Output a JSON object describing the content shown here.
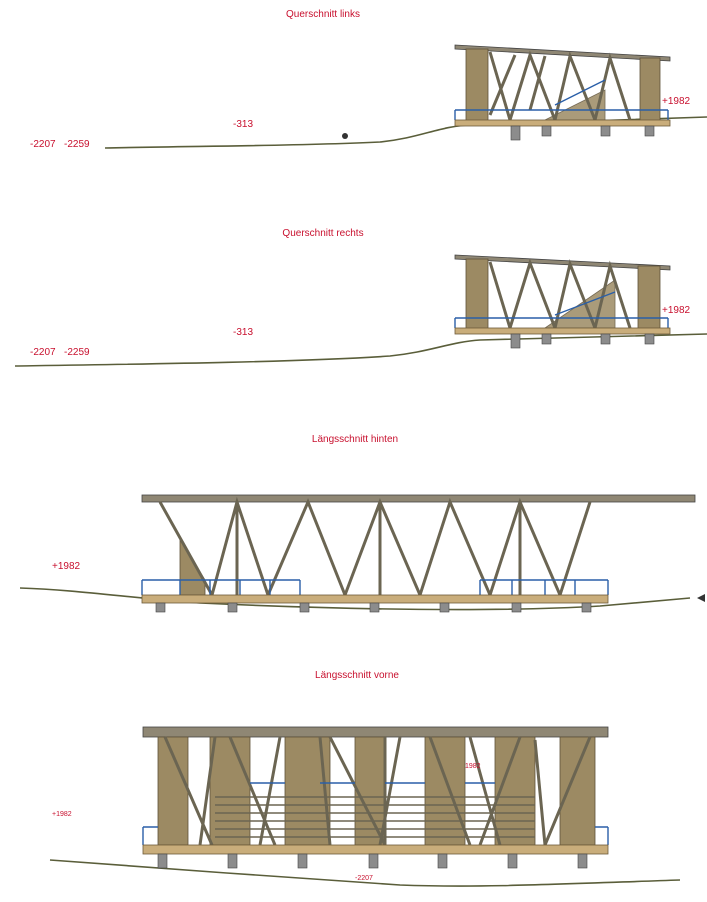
{
  "sections": [
    {
      "title": "Querschnitt links",
      "levels": [
        "-2207",
        "-2259",
        "-313",
        "+1982"
      ]
    },
    {
      "title": "Querschnitt rechts",
      "levels": [
        "-2207",
        "-2259",
        "-313",
        "+1982"
      ]
    },
    {
      "title": "Längsschnitt hinten",
      "levels": [
        "+1982"
      ]
    },
    {
      "title": "Längsschnitt vorne",
      "levels": [
        "+1982",
        "1982",
        "-2207"
      ]
    }
  ],
  "colors": {
    "label": "#c8102e",
    "wood": "#9c8a63",
    "rail": "#2a5fa8"
  }
}
